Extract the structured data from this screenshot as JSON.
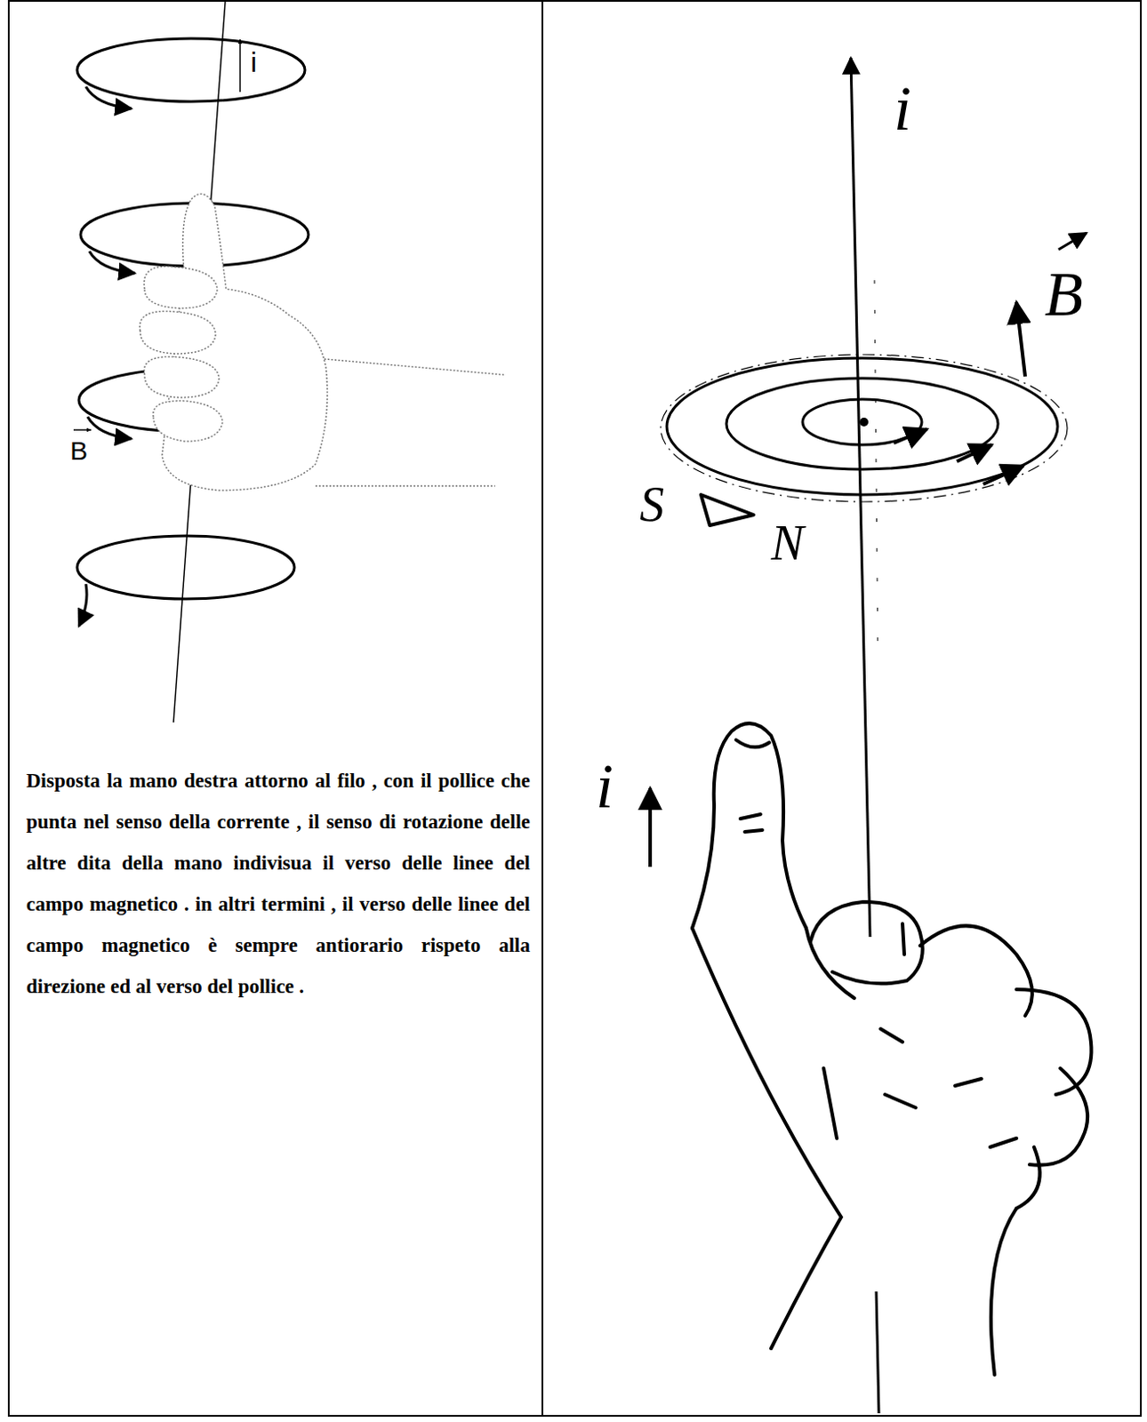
{
  "diagram": {
    "labels": [
      "i",
      "B",
      "Disposta la mano destra attorno al filo , con il pollice che punta nel senso della corrente , il senso di rotazione delle altre dita della mano indivisua il verso delle linee del campo magnetico . in altri termini , il verso delle linee del campo magnetico è sempre antiorario rispeto alla direzione ed al verso del pollice .",
      "i",
      "B",
      "S",
      "N",
      "i"
    ]
  }
}
